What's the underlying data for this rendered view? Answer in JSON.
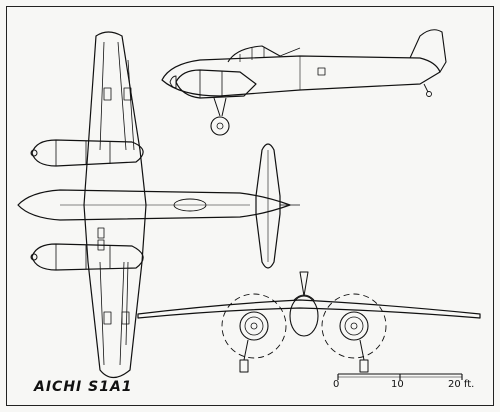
{
  "title": "AICHI S1A1",
  "scale": {
    "ticks": [
      "0",
      "10",
      "20 ft."
    ]
  },
  "colors": {
    "paper": "#f7f7f5",
    "ink": "#111111"
  }
}
